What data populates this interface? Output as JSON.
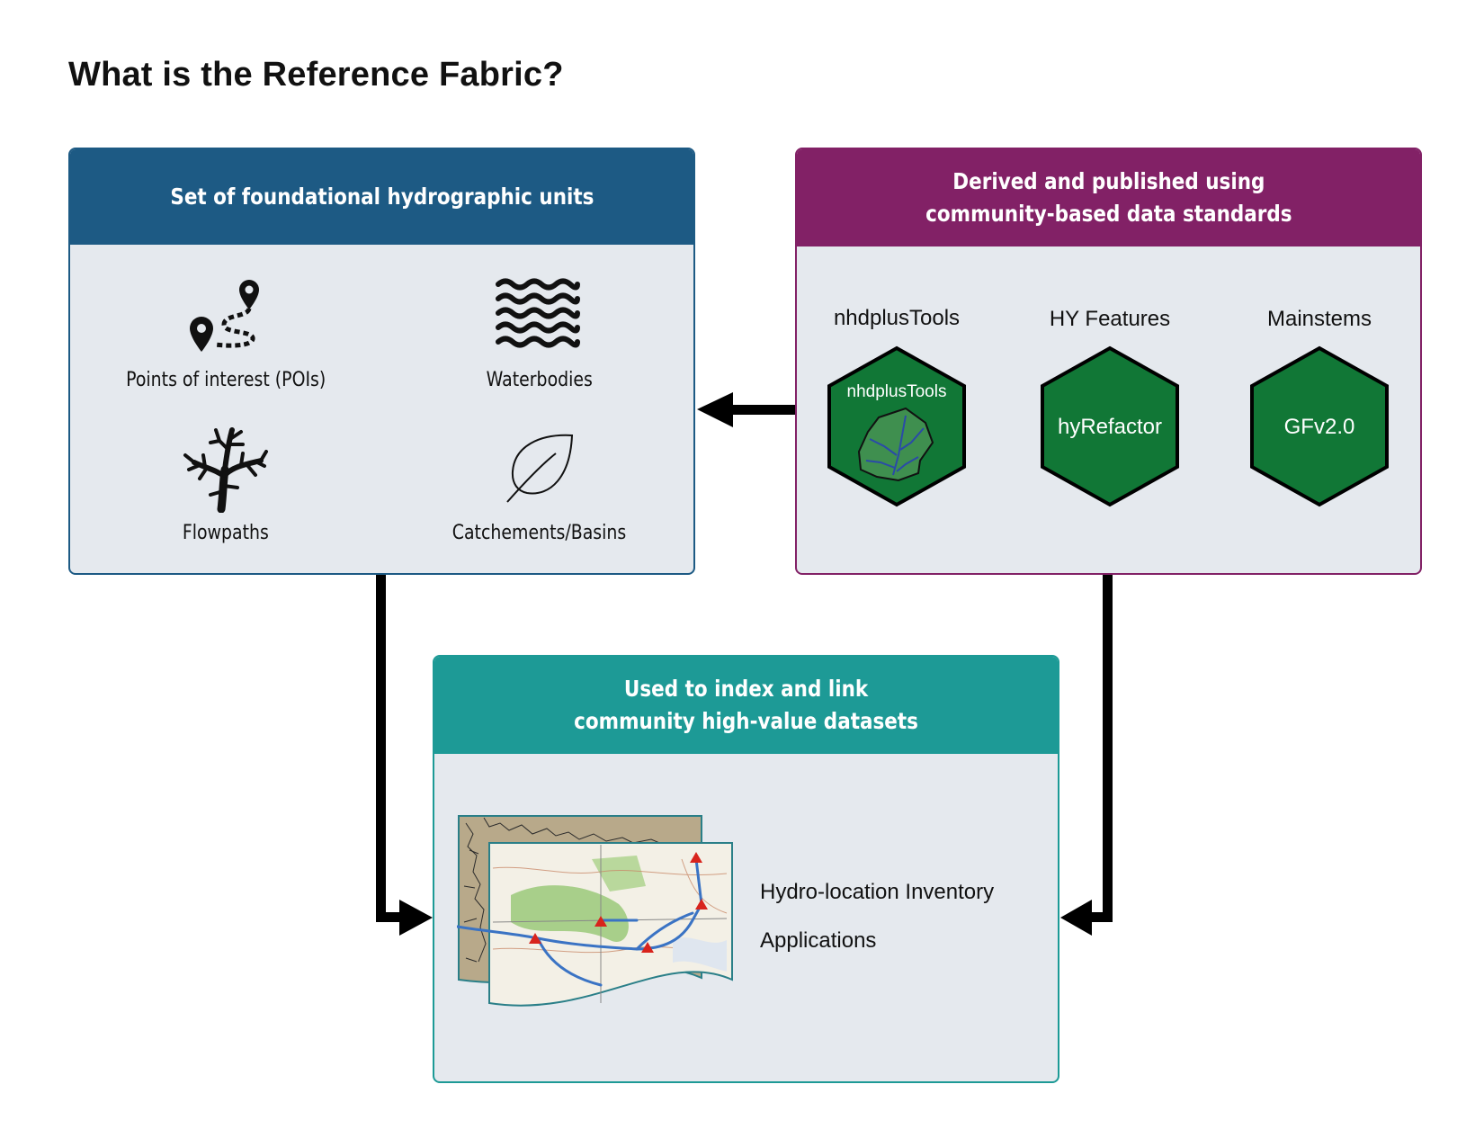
{
  "title": "What is the Reference Fabric?",
  "panel_units": {
    "header": "Set of foundational hydrographic units",
    "items": [
      {
        "label": "Points of interest (POIs)",
        "icon": "map-pin-path-icon"
      },
      {
        "label": "Waterbodies",
        "icon": "waves-icon"
      },
      {
        "label": "Flowpaths",
        "icon": "branching-tree-icon"
      },
      {
        "label": "Catchements/Basins",
        "icon": "leaf-icon"
      }
    ]
  },
  "panel_standards": {
    "header_line1": "Derived and published using",
    "header_line2": "community-based data standards",
    "items": [
      {
        "label": "nhdplusTools",
        "hex_text": "nhdplusTools"
      },
      {
        "label": "HY Features",
        "hex_text": "hyRefactor"
      },
      {
        "label": "Mainstems",
        "hex_text": "GFv2.0"
      }
    ]
  },
  "panel_datasets": {
    "header_line1": "Used to index and link",
    "header_line2": "community high-value datasets",
    "lines": [
      "Hydro-location Inventory",
      "Applications"
    ]
  },
  "colors": {
    "units_header": "#1d5a84",
    "standards_header": "#822166",
    "datasets_header": "#1d9a96",
    "panel_body": "#e5e9ee",
    "hex_fill": "#117736"
  }
}
